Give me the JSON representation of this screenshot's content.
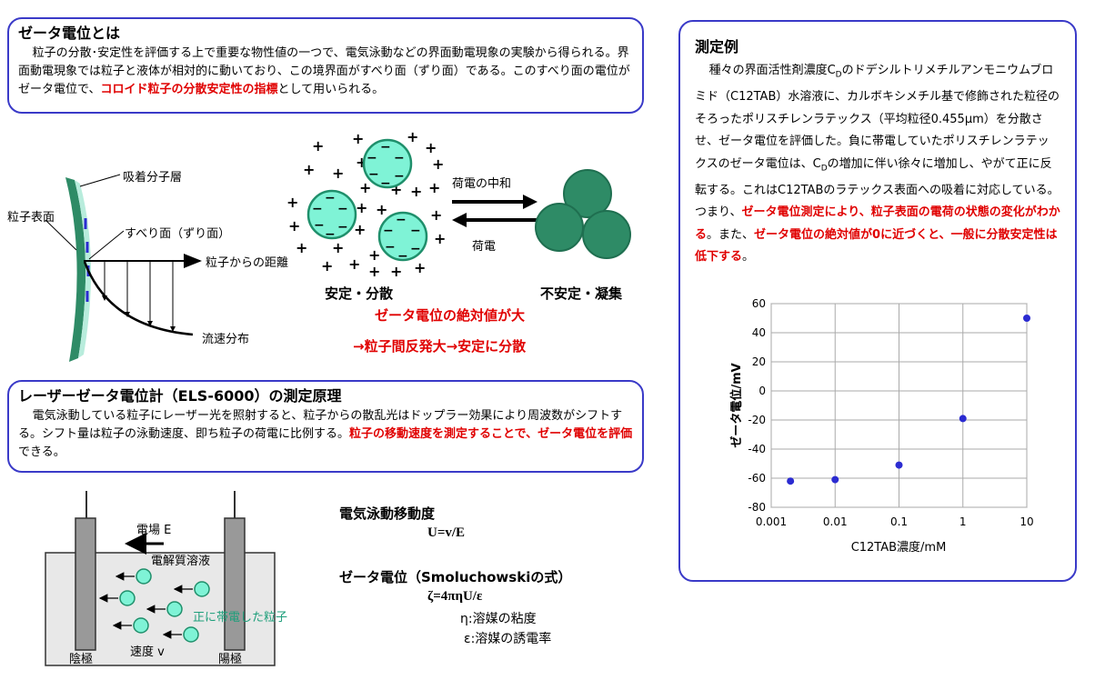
{
  "colors": {
    "border": "#3a3ac8",
    "accent_red": "#e00000",
    "particle_fill": "#7ff3d6",
    "particle_stroke": "#1f8f6b",
    "aggregate": "#2e8b66",
    "chart_marker": "#2b2bd1"
  },
  "zeta_intro": {
    "title": "ゼータ電位とは",
    "p1": "粒子の分散･安定性を評価する上で重要な物性値の一つで、電気泳動などの界面動電現象の実験から得られる。界面動電現象では粒子と液体が相対的に動いており、この境界面がすべり面（ずり面）である。このすべり面の電位がゼータ電位で、",
    "p1_red": "コロイド粒子の分散安定性の指標",
    "p1_end": "として用いられる。"
  },
  "surface_diagram": {
    "adsorbed_layer": "吸着分子層",
    "particle_surface": "粒子表面",
    "slip_plane": "すべり面（ずり面）",
    "distance": "粒子からの距離",
    "flow": "流速分布"
  },
  "dispersion_diagram": {
    "neutralize": "荷電の中和",
    "charge": "荷電",
    "stable": "安定・分散",
    "unstable": "不安定・凝集",
    "red_line1": "ゼータ電位の絶対値が大",
    "red_line2": "→粒子間反発大→安定に分散"
  },
  "principle": {
    "title": "レーザーゼータ電位計（ELS-6000）の測定原理",
    "p1": "電気泳動している粒子にレーザー光を照射すると、粒子からの散乱光はドップラー効果により周波数がシフトする。シフト量は粒子の泳動速度、即ち粒子の荷電に比例する。",
    "p1_red": "粒子の移動速度を測定することで、ゼータ電位を評価",
    "p1_end": "できる。"
  },
  "cell_diagram": {
    "field": "電場 E",
    "electrolyte": "電解質溶液",
    "positive": "正に帯電した粒子",
    "velocity": "速度 v",
    "cathode": "陰極",
    "anode": "陽極"
  },
  "formulas": {
    "mobility_title": "電気泳動移動度",
    "mobility_eq": "U=v/E",
    "zeta_title": "ゼータ電位（Smoluchowskiの式）",
    "zeta_eq": "ζ=4πηU/ε",
    "eta": "η:溶媒の粘度",
    "eps": "ε:溶媒の誘電率"
  },
  "example": {
    "title": "測定例",
    "t1": "種々の界面活性剤濃度C",
    "sub": "D",
    "t2": "のドデシルトリメチルアンモニウムブロミド（C12TAB）水溶液に、カルボキシメチル基で修飾された粒径のそろったポリスチレンラテックス（平均粒径0.455μm）を分散させ、ゼータ電位を評価した。負に帯電していたポリスチレンラテックスのゼータ電位は、C",
    "t3": "の増加に伴い徐々に増加し、やがて正に反転する。これはC12TABのラテックス表面への吸着に対応している。つまり、",
    "red1": "ゼータ電位測定により、粒子表面の電荷の状態の変化がわかる",
    "t4": "。また、",
    "red2": "ゼータ電位の絶対値が0に近づくと、一般に分散安定性は低下する",
    "t5": "。"
  },
  "chart_data": {
    "type": "scatter",
    "xlabel": "C12TAB濃度/mM",
    "ylabel": "ゼータ電位/mV",
    "xscale": "log",
    "xlim": [
      0.001,
      10
    ],
    "ylim": [
      -80,
      60
    ],
    "xticks": [
      "0.001",
      "0.01",
      "0.1",
      "1",
      "10"
    ],
    "xtick_values": [
      0.001,
      0.01,
      0.1,
      1,
      10
    ],
    "yticks": [
      60,
      40,
      20,
      0,
      -20,
      -40,
      -60,
      -80
    ],
    "grid": true,
    "points": [
      {
        "x": 0.002,
        "y": -62
      },
      {
        "x": 0.01,
        "y": -61
      },
      {
        "x": 0.1,
        "y": -51
      },
      {
        "x": 1,
        "y": -19
      },
      {
        "x": 10,
        "y": 50
      }
    ]
  }
}
